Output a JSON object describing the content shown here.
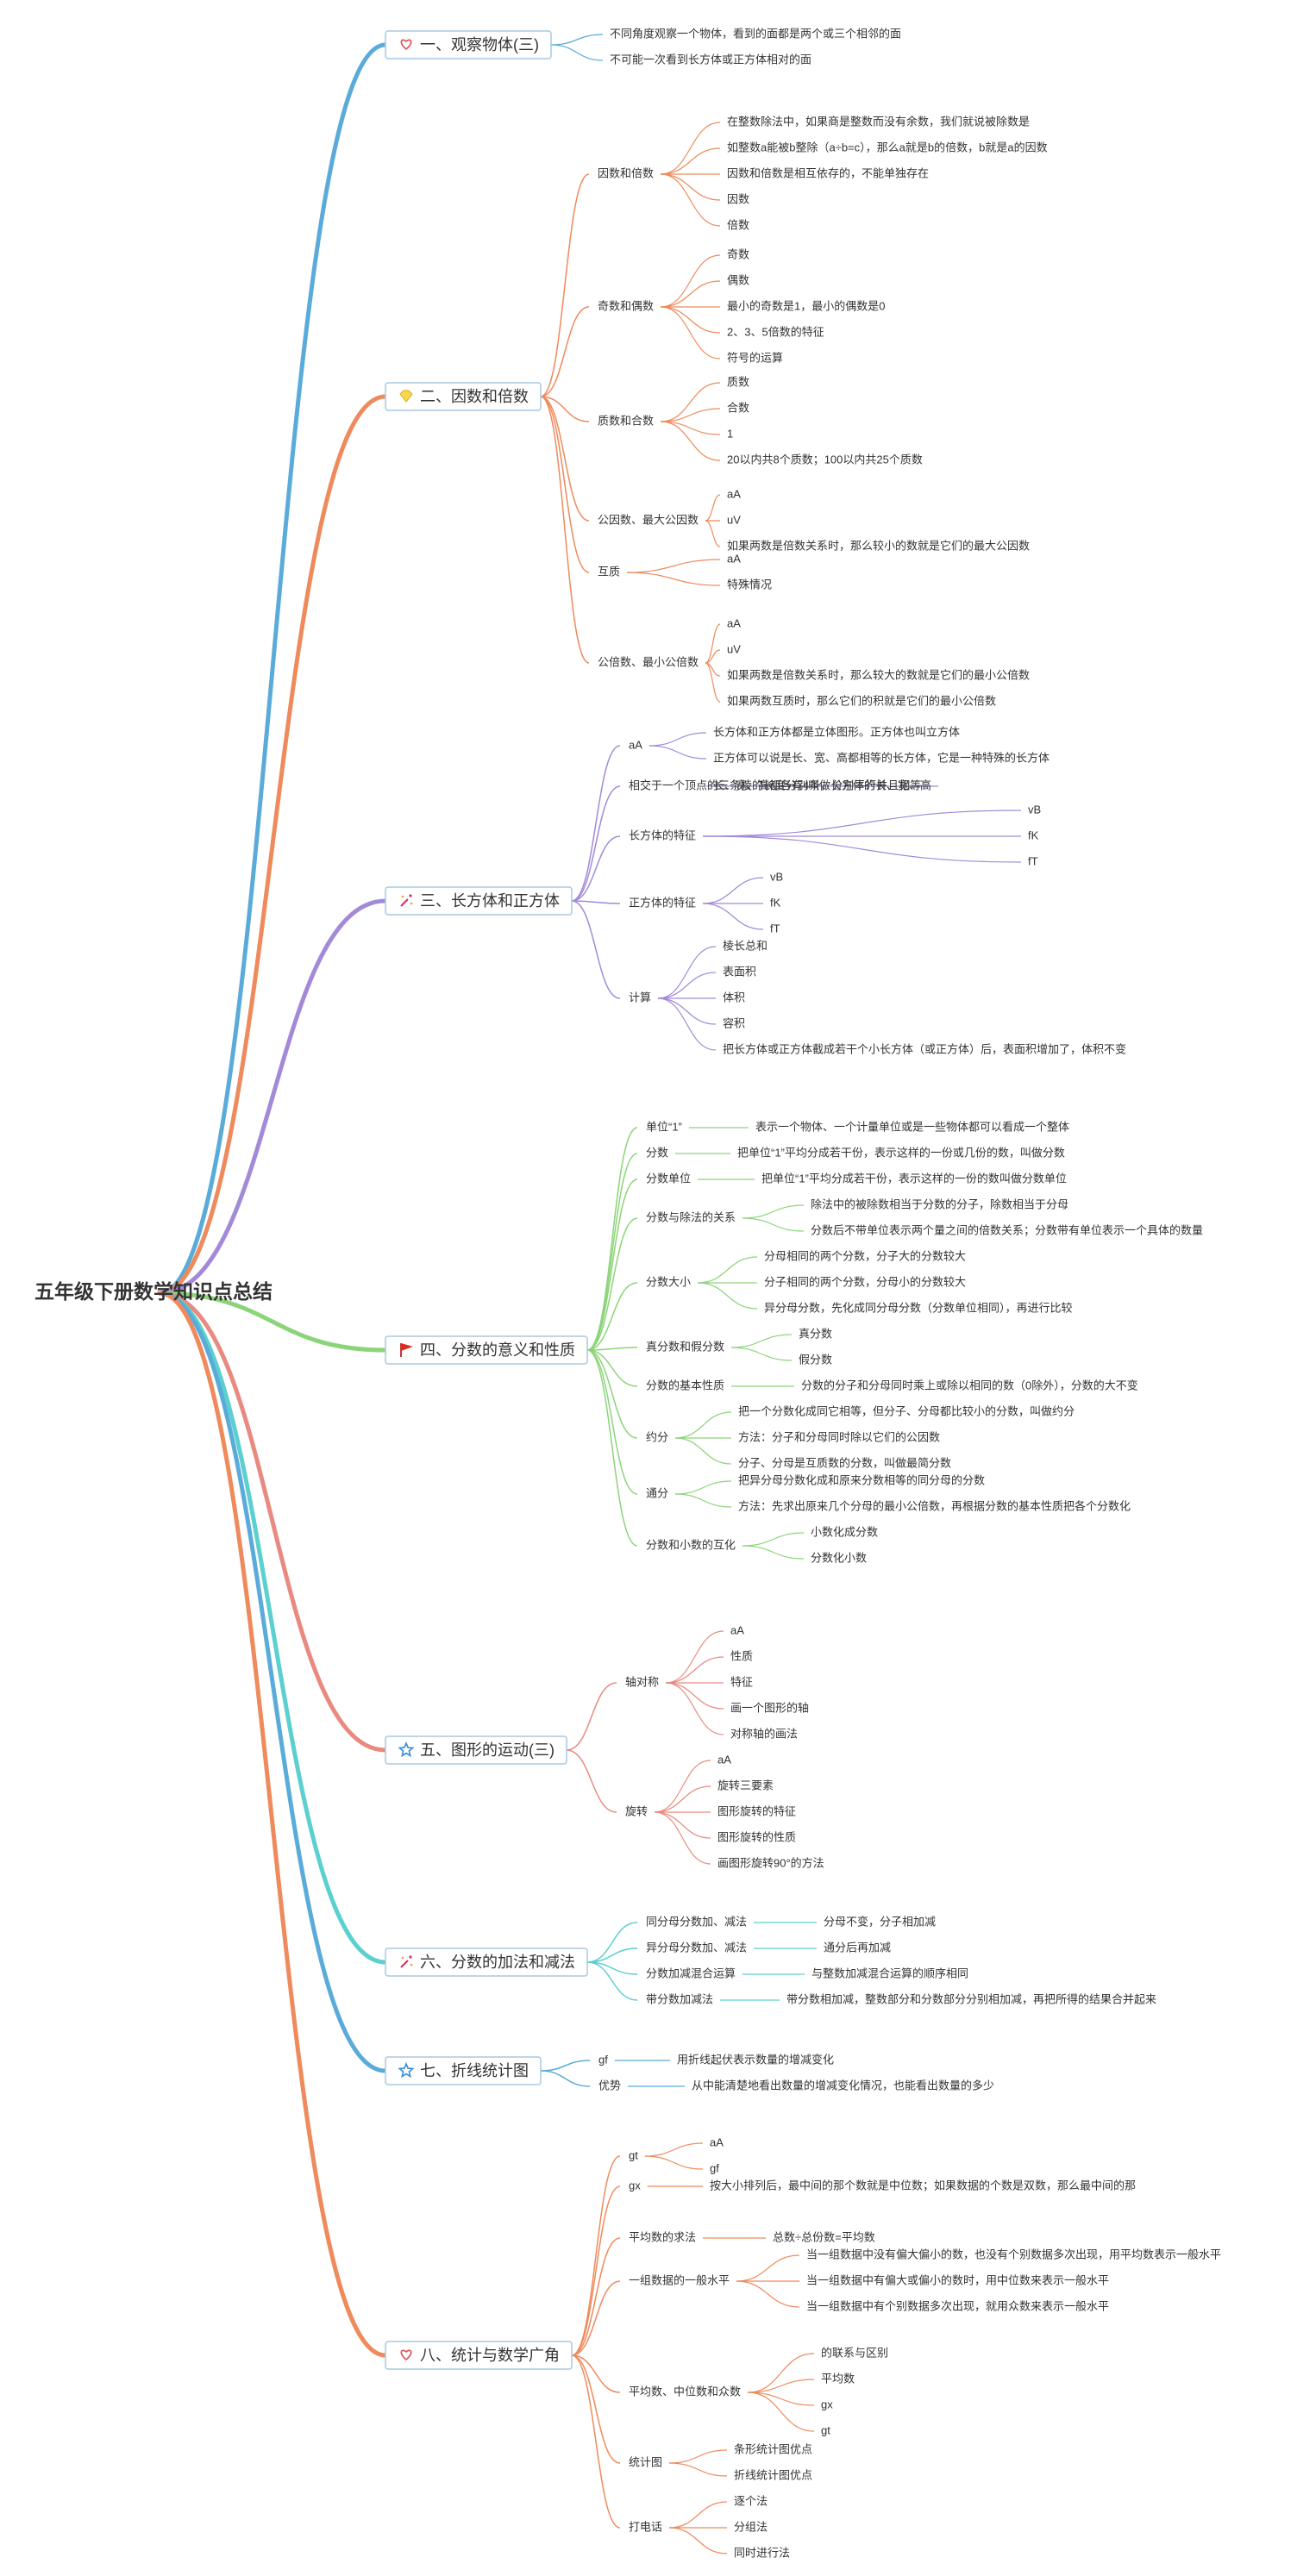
{
  "root": {
    "label": "五年级下册数学知识点总结"
  },
  "branches": [
    {
      "label": "一、观察物体(三)",
      "icon": "heart-icon",
      "color": "#5aabd9",
      "children": [
        {
          "label": "不同角度观察一个物体，看到的面都是两个或三个相邻的面"
        },
        {
          "label": "不可能一次看到长方体或正方体相对的面"
        }
      ]
    },
    {
      "label": "二、因数和倍数",
      "icon": "gem-icon",
      "color": "#ee8a5c",
      "children": [
        {
          "label": "因数和倍数",
          "children": [
            {
              "label": "在整数除法中，如果商是整数而没有余数，我们就说被除数是"
            },
            {
              "label": "如整数a能被b整除（a÷b=c），那么a就是b的倍数，b就是a的因数"
            },
            {
              "label": "因数和倍数是相互依存的，不能单独存在"
            },
            {
              "label": "因数"
            },
            {
              "label": "倍数"
            }
          ]
        },
        {
          "label": "奇数和偶数",
          "children": [
            {
              "label": "奇数"
            },
            {
              "label": "偶数"
            },
            {
              "label": "最小的奇数是1，最小的偶数是0"
            },
            {
              "label": "2、3、5倍数的特征"
            },
            {
              "label": "符号的运算"
            }
          ]
        },
        {
          "label": "质数和合数",
          "children": [
            {
              "label": "质数"
            },
            {
              "label": "合数"
            },
            {
              "label": "1"
            },
            {
              "label": "20以内共8个质数；100以内共25个质数"
            }
          ]
        },
        {
          "label": "公因数、最大公因数",
          "children": [
            {
              "label": "aA"
            },
            {
              "label": "uV"
            },
            {
              "label": "如果两数是倍数关系时，那么较小的数就是它们的最大公因数"
            }
          ]
        },
        {
          "label": "互质",
          "children": [
            {
              "label": "aA"
            },
            {
              "label": "特殊情况"
            }
          ]
        },
        {
          "label": "公倍数、最小公倍数",
          "children": [
            {
              "label": "aA"
            },
            {
              "label": "uV"
            },
            {
              "label": "如果两数是倍数关系时，那么较大的数就是它们的最小公倍数"
            },
            {
              "label": "如果两数互质时，那么它们的积就是它们的最小公倍数"
            }
          ]
        }
      ]
    },
    {
      "label": "三、长方体和正方体",
      "icon": "sparkle-icon",
      "color": "#a38ad8",
      "children": [
        {
          "label": "aA",
          "children": [
            {
              "label": "长方体和正方体都是立体图形。正方体也叫立方体"
            },
            {
              "label": "正方体可以说是长、宽、高都相等的长方体，它是一种特殊的长方体"
            }
          ]
        },
        {
          "label": "相交于一个顶点的三条棱的长度分别叫做长方体的长、宽、高",
          "children": [
            {
              "label": "长、宽、高都各有4条，分别平行并且相等"
            }
          ]
        },
        {
          "label": "长方体的特征",
          "children": [
            {
              "label": "vB"
            },
            {
              "label": "fK"
            },
            {
              "label": "fT"
            }
          ]
        },
        {
          "label": "正方体的特征",
          "children": [
            {
              "label": "vB"
            },
            {
              "label": "fK"
            },
            {
              "label": "fT"
            }
          ]
        },
        {
          "label": "计算",
          "children": [
            {
              "label": "棱长总和"
            },
            {
              "label": "表面积"
            },
            {
              "label": "体积"
            },
            {
              "label": "容积"
            },
            {
              "label": "把长方体或正方体截成若干个小长方体（或正方体）后，表面积增加了，体积不变"
            }
          ]
        }
      ]
    },
    {
      "label": "四、分数的意义和性质",
      "icon": "flag-icon",
      "color": "#8cd47a",
      "children": [
        {
          "label": "单位“1”",
          "children": [
            {
              "label": "表示一个物体、一个计量单位或是一些物体都可以看成一个整体"
            }
          ]
        },
        {
          "label": "分数",
          "children": [
            {
              "label": "把单位“1”平均分成若干份，表示这样的一份或几份的数，叫做分数"
            }
          ]
        },
        {
          "label": "分数单位",
          "children": [
            {
              "label": "把单位“1”平均分成若干份，表示这样的一份的数叫做分数单位"
            }
          ]
        },
        {
          "label": "分数与除法的关系",
          "children": [
            {
              "label": "除法中的被除数相当于分数的分子，除数相当于分母"
            },
            {
              "label": "分数后不带单位表示两个量之间的倍数关系；分数带有单位表示一个具体的数量"
            }
          ]
        },
        {
          "label": "分数大小",
          "children": [
            {
              "label": "分母相同的两个分数，分子大的分数较大"
            },
            {
              "label": "分子相同的两个分数，分母小的分数较大"
            },
            {
              "label": "异分母分数，先化成同分母分数（分数单位相同），再进行比较"
            }
          ]
        },
        {
          "label": "真分数和假分数",
          "children": [
            {
              "label": "真分数"
            },
            {
              "label": "假分数"
            }
          ]
        },
        {
          "label": "分数的基本性质",
          "children": [
            {
              "label": "分数的分子和分母同时乘上或除以相同的数（0除外），分数的大不变"
            }
          ]
        },
        {
          "label": "约分",
          "children": [
            {
              "label": "把一个分数化成同它相等，但分子、分母都比较小的分数，叫做约分"
            },
            {
              "label": "方法：分子和分母同时除以它们的公因数"
            },
            {
              "label": "分子、分母是互质数的分数，叫做最简分数"
            }
          ]
        },
        {
          "label": "通分",
          "children": [
            {
              "label": "把异分母分数化成和原来分数相等的同分母的分数"
            },
            {
              "label": "方法：先求出原来几个分母的最小公倍数，再根据分数的基本性质把各个分数化"
            }
          ]
        },
        {
          "label": "分数和小数的互化",
          "children": [
            {
              "label": "小数化成分数"
            },
            {
              "label": "分数化小数"
            }
          ]
        }
      ]
    },
    {
      "label": "五、图形的运动(三)",
      "icon": "star-icon",
      "color": "#e88a80",
      "children": [
        {
          "label": "轴对称",
          "children": [
            {
              "label": "aA"
            },
            {
              "label": "性质"
            },
            {
              "label": "特征"
            },
            {
              "label": "画一个图形的轴"
            },
            {
              "label": "对称轴的画法"
            }
          ]
        },
        {
          "label": "旋转",
          "children": [
            {
              "label": "aA"
            },
            {
              "label": "旋转三要素"
            },
            {
              "label": "图形旋转的特征"
            },
            {
              "label": "图形旋转的性质"
            },
            {
              "label": "画图形旋转90°的方法"
            }
          ]
        }
      ]
    },
    {
      "label": "六、分数的加法和减法",
      "icon": "sparkle-icon",
      "color": "#5ccfcf",
      "children": [
        {
          "label": "同分母分数加、减法",
          "children": [
            {
              "label": "分母不变，分子相加减"
            }
          ]
        },
        {
          "label": "异分母分数加、减法",
          "children": [
            {
              "label": "通分后再加减"
            }
          ]
        },
        {
          "label": "分数加减混合运算",
          "children": [
            {
              "label": "与整数加减混合运算的顺序相同"
            }
          ]
        },
        {
          "label": "带分数加减法",
          "children": [
            {
              "label": "带分数相加减，整数部分和分数部分分别相加减，再把所得的结果合并起来"
            }
          ]
        }
      ]
    },
    {
      "label": "七、折线统计图",
      "icon": "star-icon",
      "color": "#5aabd9",
      "children": [
        {
          "label": "gf",
          "children": [
            {
              "label": "用折线起伏表示数量的增减变化"
            }
          ]
        },
        {
          "label": "优势",
          "children": [
            {
              "label": "从中能清楚地看出数量的增减变化情况，也能看出数量的多少"
            }
          ]
        }
      ]
    },
    {
      "label": "八、统计与数学广角",
      "icon": "heart-icon",
      "color": "#ee8a5c",
      "children": [
        {
          "label": "gt",
          "children": [
            {
              "label": "aA"
            },
            {
              "label": "gf"
            }
          ]
        },
        {
          "label": "gx",
          "children": [
            {
              "label": "按大小排列后，最中间的那个数就是中位数；如果数据的个数是双数，那么最中间的那"
            }
          ]
        },
        {
          "label": "平均数的求法",
          "children": [
            {
              "label": "总数÷总份数=平均数"
            }
          ]
        },
        {
          "label": "一组数据的一般水平",
          "children": [
            {
              "label": "当一组数据中没有偏大偏小的数，也没有个别数据多次出现，用平均数表示一般水平"
            },
            {
              "label": "当一组数据中有偏大或偏小的数时，用中位数来表示一般水平"
            },
            {
              "label": "当一组数据中有个别数据多次出现，就用众数来表示一般水平"
            }
          ]
        },
        {
          "label": "平均数、中位数和众数",
          "children": [
            {
              "label": "的联系与区别"
            },
            {
              "label": "平均数"
            },
            {
              "label": "gx"
            },
            {
              "label": "gt"
            }
          ]
        },
        {
          "label": "统计图",
          "children": [
            {
              "label": "条形统计图优点"
            },
            {
              "label": "折线统计图优点"
            }
          ]
        },
        {
          "label": "打电话",
          "children": [
            {
              "label": "逐个法"
            },
            {
              "label": "分组法"
            },
            {
              "label": "同时进行法"
            }
          ]
        }
      ]
    }
  ]
}
